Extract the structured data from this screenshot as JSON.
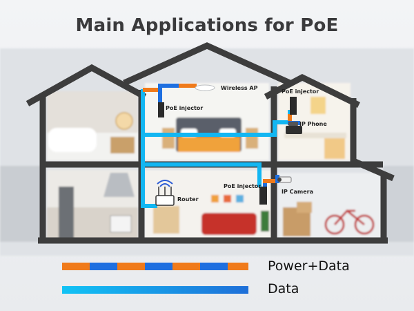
{
  "title": "Main Applications for PoE",
  "labels": {
    "wireless_ap": "Wireless AP",
    "poe_injector_top": "PoE injector",
    "poe_injector_right": "PoE injector",
    "ip_phone": "IP Phone",
    "poe_injector_mid": "PoE injector",
    "ip_camera": "IP Camera",
    "router": "Router"
  },
  "legend": {
    "power_data": "Power+Data",
    "data": "Data"
  },
  "colors": {
    "power_orange": "#f07a1a",
    "power_blue": "#1e6fe0",
    "data_cyan": "#12b6f2",
    "data_blue": "#1f6fd8",
    "house_outline": "#3d3d3d"
  }
}
